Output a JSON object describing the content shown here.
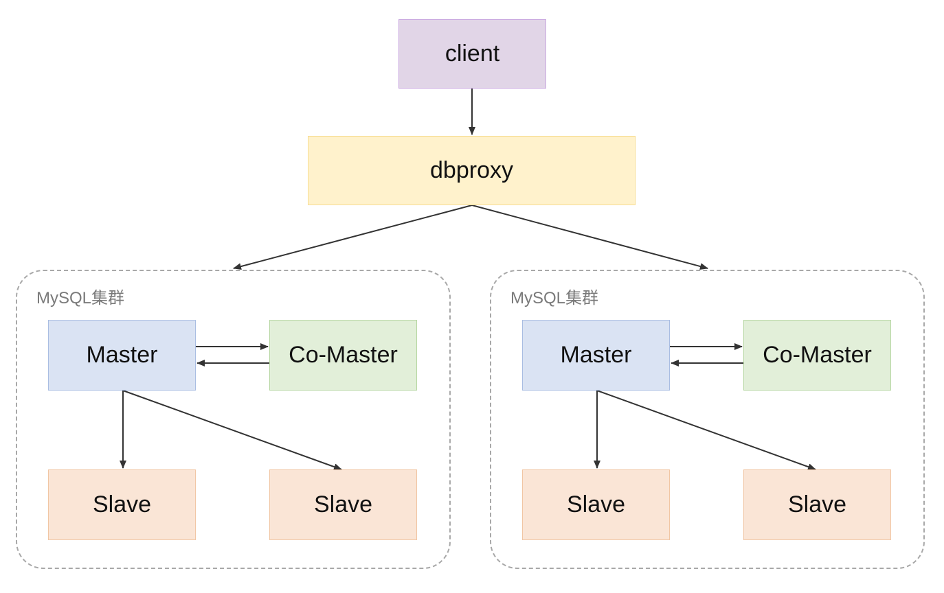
{
  "colors": {
    "client_fill": "#e1d5e7",
    "client_border": "#c9a8e0",
    "proxy_fill": "#fff2cc",
    "proxy_border": "#f7dc8f",
    "master_fill": "#dae3f3",
    "master_border": "#a9bde2",
    "comaster_fill": "#e2efd9",
    "comaster_border": "#b7d7a3",
    "slave_fill": "#fae5d6",
    "slave_border": "#f1c6a4",
    "arrow": "#333333",
    "cluster_border": "#a8a8a8"
  },
  "nodes": {
    "client": "client",
    "dbproxy": "dbproxy"
  },
  "clusters": [
    {
      "label": "MySQL集群",
      "master": "Master",
      "comaster": "Co-Master",
      "slaves": [
        "Slave",
        "Slave"
      ]
    },
    {
      "label": "MySQL集群",
      "master": "Master",
      "comaster": "Co-Master",
      "slaves": [
        "Slave",
        "Slave"
      ]
    }
  ]
}
